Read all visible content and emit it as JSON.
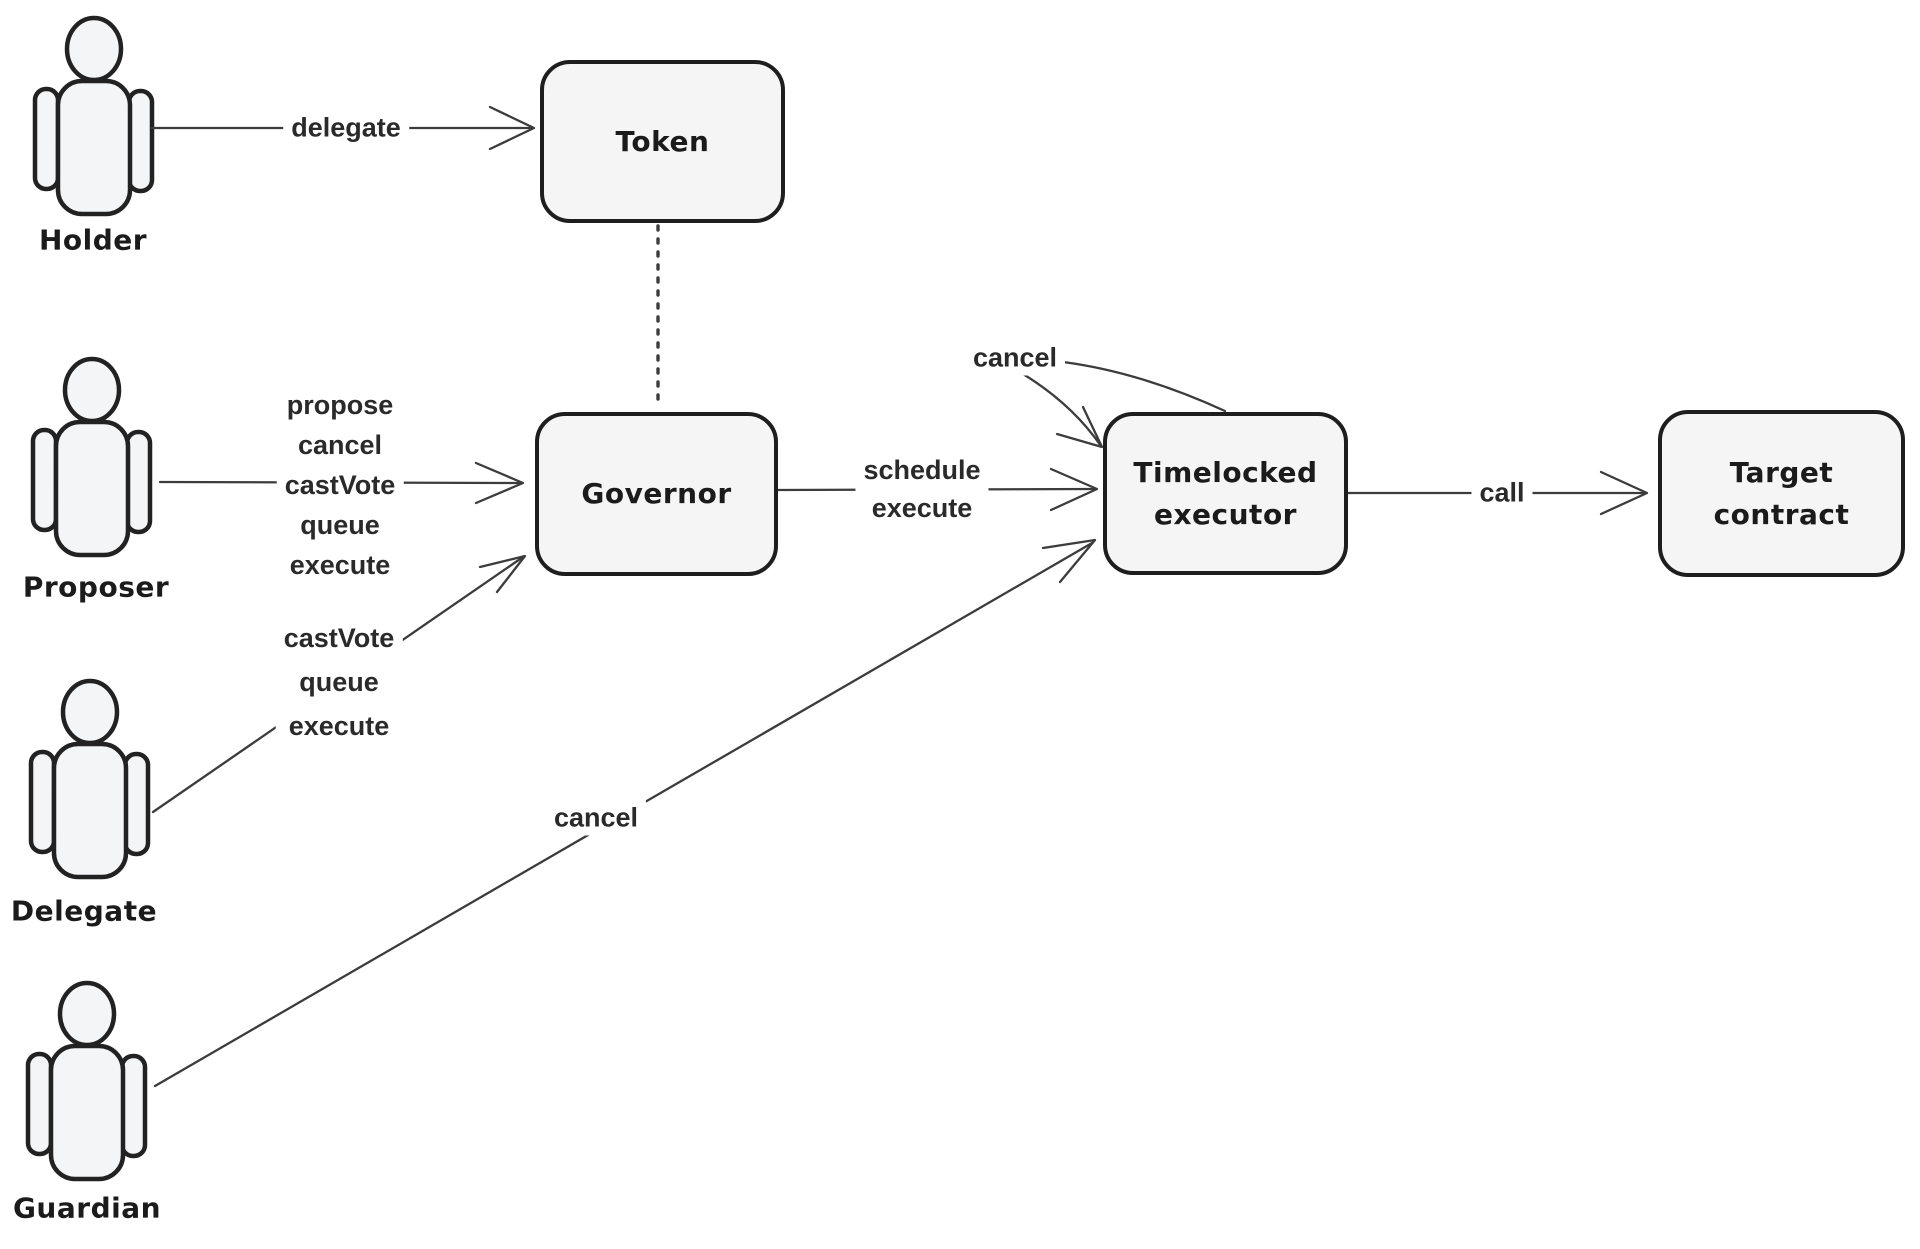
{
  "colors": {
    "box_fill": "#f5f5f6",
    "box_stroke": "#1e1e1e",
    "line_color": "#3c3c3c",
    "edge_text": "#2a2a2a",
    "node_text": "#1b1b1b",
    "bg": "#ffffff"
  },
  "nodes": {
    "token": {
      "label": "Token"
    },
    "governor": {
      "label": "Governor"
    },
    "timelocked": {
      "label_line1": "Timelocked",
      "label_line2": "executor"
    },
    "target": {
      "label_line1": "Target",
      "label_line2": "contract"
    }
  },
  "actors": {
    "holder": {
      "label": "Holder"
    },
    "proposer": {
      "label": "Proposer"
    },
    "delegate": {
      "label": "Delegate"
    },
    "guardian": {
      "label": "Guardian"
    }
  },
  "edges": {
    "holder_token": {
      "labels": [
        "delegate"
      ]
    },
    "proposer_governor": {
      "labels": [
        "propose",
        "cancel",
        "castVote",
        "queue",
        "execute"
      ]
    },
    "delegate_governor": {
      "labels": [
        "castVote",
        "queue",
        "execute"
      ]
    },
    "guardian_timelocked": {
      "labels": [
        "cancel"
      ]
    },
    "governor_timelocked": {
      "labels": [
        "schedule",
        "execute"
      ]
    },
    "cancel_timelocked_top": {
      "labels": [
        "cancel"
      ]
    },
    "timelocked_target": {
      "labels": [
        "call"
      ]
    },
    "token_governor": {
      "style": "dotted",
      "labels": []
    }
  }
}
